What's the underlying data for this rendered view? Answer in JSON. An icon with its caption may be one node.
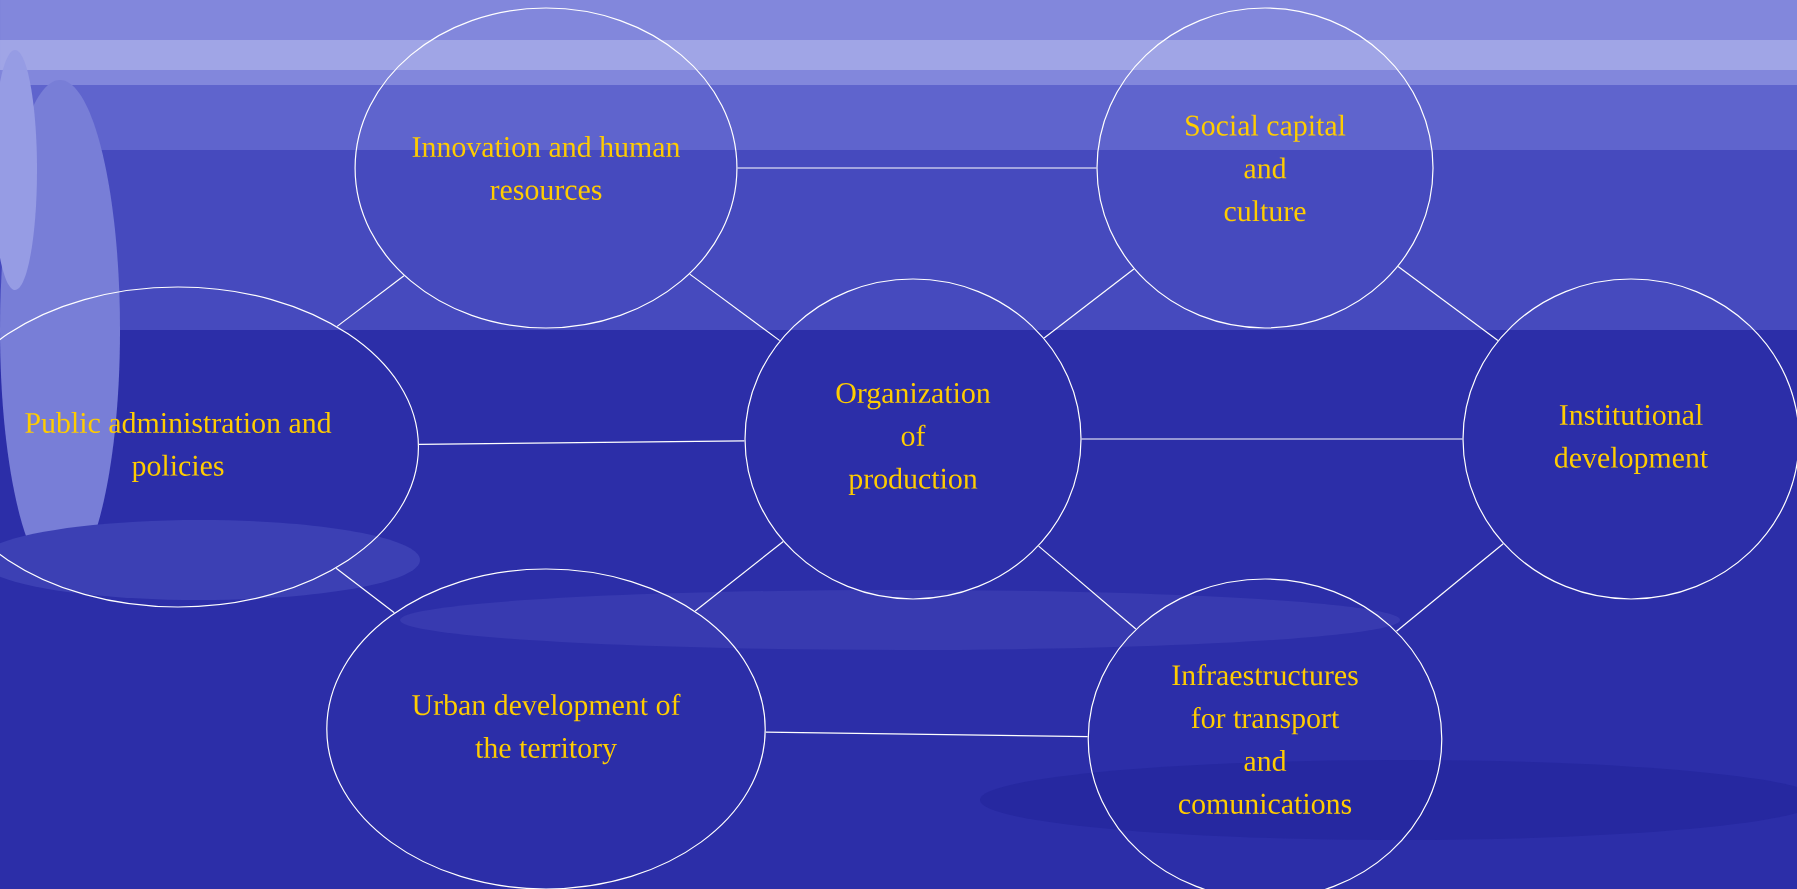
{
  "diagram": {
    "nodes": [
      {
        "text": [
          "Innovation and human resources"
        ]
      },
      {
        "text": [
          "Social capital and culture"
        ]
      },
      {
        "text": [
          "Public administration and policies"
        ]
      },
      {
        "text": [
          "Organization of production"
        ]
      },
      {
        "text": [
          "Institutional development"
        ]
      },
      {
        "text": [
          "Urban development of the territory"
        ]
      },
      {
        "text": [
          "Infraestructures for transport and comunications"
        ]
      }
    ],
    "edges": [
      {
        "from": 0,
        "to": 1,
        "arrow": "none"
      },
      {
        "from": 2,
        "to": 0,
        "arrow": "none"
      },
      {
        "from": 0,
        "to": 3,
        "arrow": "none"
      },
      {
        "from": 3,
        "to": 1,
        "arrow": "none"
      },
      {
        "from": 1,
        "to": 4,
        "arrow": "none"
      },
      {
        "from": 2,
        "to": 3,
        "arrow": "none"
      },
      {
        "from": 3,
        "to": 4,
        "arrow": "none"
      },
      {
        "from": 2,
        "to": 5,
        "arrow": "none"
      },
      {
        "from": 5,
        "to": 3,
        "arrow": "none"
      },
      {
        "from": 3,
        "to": 6,
        "arrow": "none"
      },
      {
        "from": 6,
        "to": 4,
        "arrow": "none"
      },
      {
        "from": 5,
        "to": 6,
        "arrow": "none"
      }
    ]
  }
}
